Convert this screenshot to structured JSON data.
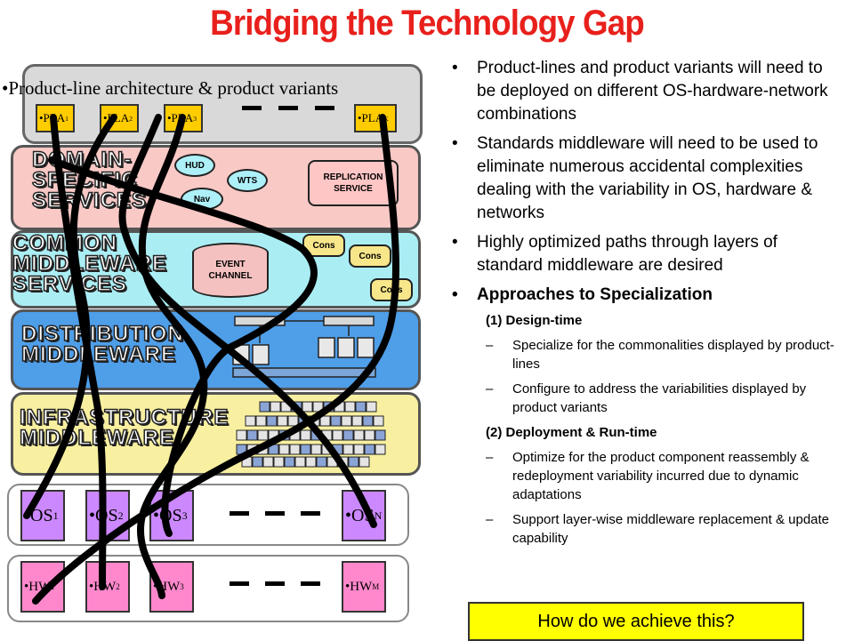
{
  "title": "Bridging the Technology Gap",
  "architecture_label": "•Product-line architecture & product variants",
  "pla_boxes": [
    {
      "prefix": "•PLA",
      "sub": "1"
    },
    {
      "prefix": "•PLA",
      "sub": "2"
    },
    {
      "prefix": "•PLA",
      "sub": "3"
    },
    {
      "prefix": "•PLA",
      "sub": "K"
    }
  ],
  "layers": {
    "domain": "DOMAIN-\nSPECIFIC\nSERVICES",
    "common": "COMMON\nMIDDLEWARE\nSERVICES",
    "distribution": "DISTRIBUTION\nMIDDLEWARE",
    "infrastructure": "INFRASTRUCTURE\nMIDDLEWARE"
  },
  "domain_nodes": {
    "hud": "HUD",
    "wts": "WTS",
    "nav": "Nav",
    "replication": "REPLICATION\nSERVICE"
  },
  "common_nodes": {
    "event_channel": "EVENT\nCHANNEL",
    "cons1": "Cons",
    "cons2": "Cons",
    "cons3": "Cons"
  },
  "os_boxes": [
    {
      "prefix": "•OS",
      "sub": "1"
    },
    {
      "prefix": "•OS",
      "sub": "2"
    },
    {
      "prefix": "•OS",
      "sub": "3"
    },
    {
      "prefix": "•OS",
      "sub": "N"
    }
  ],
  "hw_boxes": [
    {
      "prefix": "•HW",
      "sub": "1"
    },
    {
      "prefix": "•HW",
      "sub": "2"
    },
    {
      "prefix": "•HW",
      "sub": "3"
    },
    {
      "prefix": "•HW",
      "sub": "M"
    }
  ],
  "bullets": {
    "item1": "Product-lines and product variants will need to be deployed on different OS-hardware-network combinations",
    "item2": "Standards middleware will need to be used to eliminate numerous accidental complexities dealing with the variability in OS, hardware & networks",
    "item3": "Highly optimized paths through layers of standard middleware are desired",
    "item4": "Approaches to Specialization",
    "sub1": "(1) Design-time",
    "sub1_a": "Specialize for the commonalities displayed by product-lines",
    "sub1_b": "Configure to address the variabilities displayed by product variants",
    "sub2": "(2) Deployment & Run-time",
    "sub2_a": "Optimize for the product component reassembly & redeployment variability incurred due to dynamic adaptations",
    "sub2_b": "Support layer-wise middleware replacement & update capability"
  },
  "bullet_char": "•",
  "dash_char": "–",
  "question": "How do we achieve this?",
  "colors": {
    "title": "#e8201c",
    "pla": "#ffcc00",
    "domain": "#f9c9c6",
    "common": "#aaeef4",
    "distribution": "#4f9ee8",
    "infrastructure": "#f8f0a0",
    "os": "#cc88ff",
    "hw": "#ff88cc",
    "question_bg": "#ffff00"
  }
}
